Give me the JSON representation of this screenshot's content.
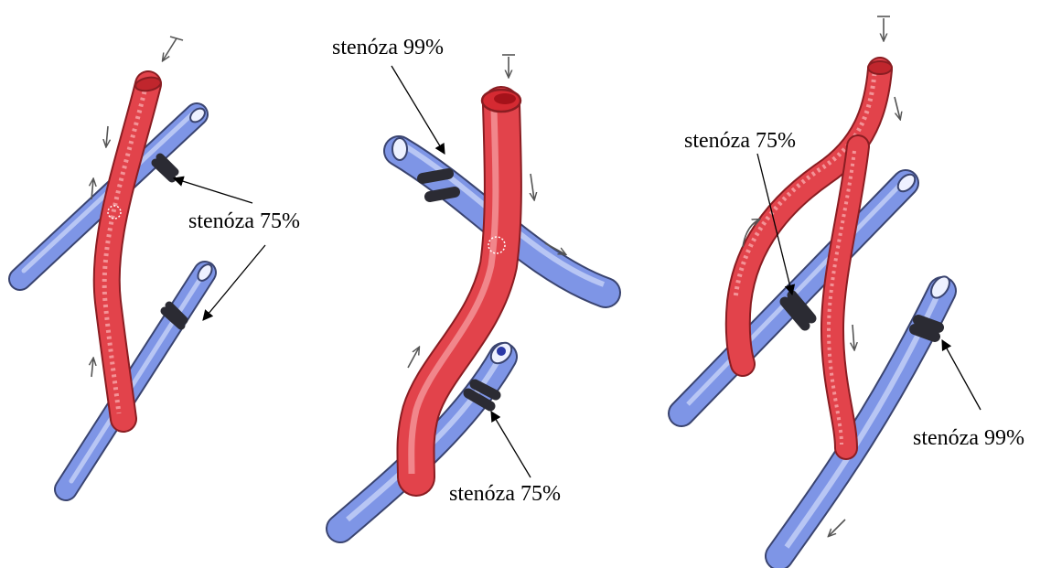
{
  "labels": {
    "panel1_stenosis": "stenóza 75%",
    "panel2_top_stenosis": "stenóza 99%",
    "panel2_bottom_stenosis": "stenóza 75%",
    "panel3_left_stenosis": "stenóza 75%",
    "panel3_right_stenosis": "stenóza 99%"
  },
  "colors": {
    "artery": "#e2434b",
    "artery_highlight": "#f59ca0",
    "artery_outline": "#8a1d22",
    "vein": "#7e95e6",
    "vein_highlight": "#c7d2f7",
    "vein_outline": "#3a4470",
    "stenosis": "#2b2b33"
  }
}
